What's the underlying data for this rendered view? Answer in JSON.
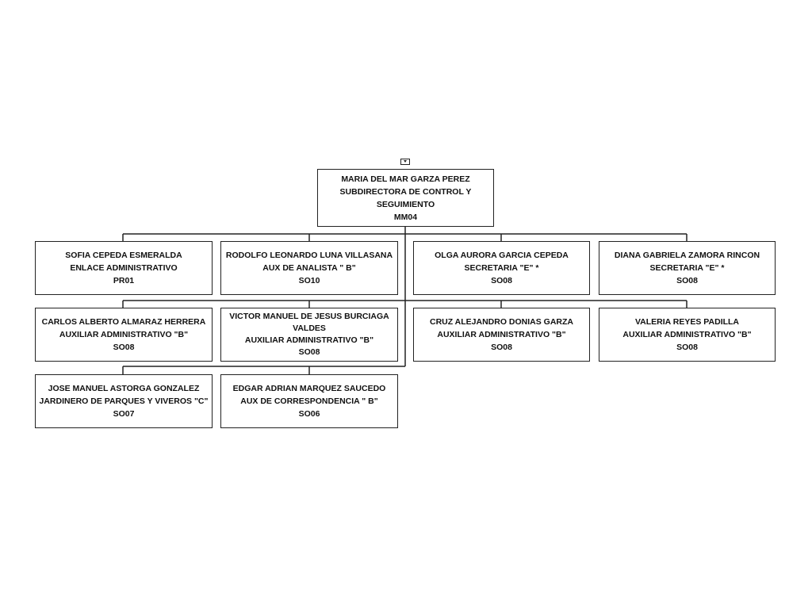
{
  "colors": {
    "line": "#222222",
    "box_border": "#222222",
    "background": "#ffffff",
    "text": "#111111"
  },
  "icons": {
    "top_handle": "expand-handle-icon"
  },
  "root": {
    "name": "MARIA DEL MAR GARZA PEREZ",
    "title": "SUBDIRECTORA DE CONTROL Y SEGUIMIENTO",
    "code": "MM04"
  },
  "nodes": [
    {
      "name": "SOFIA CEPEDA ESMERALDA",
      "title": "ENLACE ADMINISTRATIVO",
      "code": "PR01"
    },
    {
      "name": "RODOLFO LEONARDO LUNA VILLASANA",
      "title": "AUX DE ANALISTA \" B\"",
      "code": "SO10"
    },
    {
      "name": "OLGA AURORA GARCIA CEPEDA",
      "title": "SECRETARIA \"E\" *",
      "code": "SO08"
    },
    {
      "name": "DIANA GABRIELA ZAMORA RINCON",
      "title": "SECRETARIA \"E\" *",
      "code": "SO08"
    },
    {
      "name": "CARLOS ALBERTO ALMARAZ HERRERA",
      "title": "AUXILIAR ADMINISTRATIVO \"B\"",
      "code": "SO08"
    },
    {
      "name": "VICTOR MANUEL DE JESUS BURCIAGA VALDES",
      "title": "AUXILIAR ADMINISTRATIVO \"B\"",
      "code": "SO08"
    },
    {
      "name": "CRUZ ALEJANDRO DONIAS GARZA",
      "title": "AUXILIAR ADMINISTRATIVO \"B\"",
      "code": "SO08"
    },
    {
      "name": "VALERIA REYES PADILLA",
      "title": "AUXILIAR ADMINISTRATIVO \"B\"",
      "code": "SO08"
    },
    {
      "name": "JOSE MANUEL ASTORGA GONZALEZ",
      "title": "JARDINERO DE PARQUES Y VIVEROS \"C\"",
      "code": "SO07"
    },
    {
      "name": "EDGAR ADRIAN MARQUEZ SAUCEDO",
      "title": "AUX DE CORRESPONDENCIA \" B\"",
      "code": "SO06"
    }
  ]
}
